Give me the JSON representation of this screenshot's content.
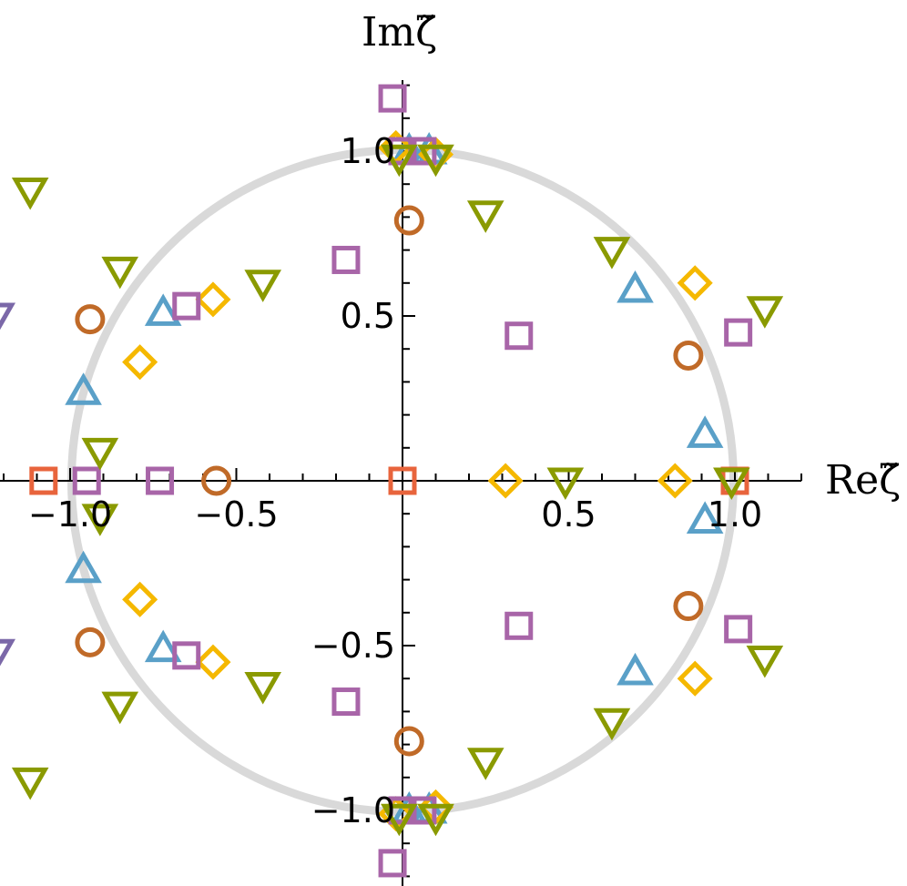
{
  "chart_data": {
    "type": "scatter",
    "title": "",
    "xlabel": "Reζ̃",
    "ylabel": "Imζ̃",
    "xlim": [
      -1.2,
      1.2
    ],
    "ylim": [
      -1.2,
      1.2
    ],
    "grid": false,
    "legend": "none",
    "reference_circle": {
      "radius": 1.0,
      "color": "#d9d9d9"
    },
    "x_ticks": [
      {
        "value": -1.0,
        "label": "−1.0"
      },
      {
        "value": -0.5,
        "label": "−0.5"
      },
      {
        "value": 0.5,
        "label": "0.5"
      },
      {
        "value": 1.0,
        "label": "1.0"
      }
    ],
    "y_ticks": [
      {
        "value": 1.0,
        "label": "1.0"
      },
      {
        "value": 0.5,
        "label": "0.5"
      },
      {
        "value": -0.5,
        "label": "−0.5"
      },
      {
        "value": -1.0,
        "label": "−1.0"
      }
    ],
    "series": [
      {
        "marker": "square",
        "color": "#e8643c",
        "x": [
          -1.08,
          0.0,
          1.0
        ],
        "y": [
          0.0,
          0.0,
          0.0
        ]
      },
      {
        "marker": "circle",
        "color": "#c06a28",
        "x": [
          -0.56,
          -0.94,
          -0.94,
          0.02,
          0.02,
          0.86,
          0.86
        ],
        "y": [
          0.0,
          0.49,
          -0.49,
          0.79,
          -0.79,
          0.38,
          -0.38
        ]
      },
      {
        "marker": "triangle-up",
        "color": "#5aa0c8",
        "x": [
          -0.96,
          -0.96,
          -0.72,
          -0.72,
          0.7,
          0.7,
          0.91,
          0.91,
          0.02,
          0.08,
          0.02,
          0.08
        ],
        "y": [
          0.27,
          -0.27,
          0.51,
          -0.51,
          0.58,
          -0.58,
          0.14,
          -0.12,
          1.0,
          1.0,
          -1.0,
          -1.0
        ]
      },
      {
        "marker": "diamond",
        "color": "#f5b800",
        "x": [
          -0.79,
          -0.79,
          -0.57,
          -0.57,
          0.31,
          0.82,
          0.88,
          0.88,
          -0.02,
          0.1,
          -0.02,
          0.1
        ],
        "y": [
          0.36,
          -0.36,
          0.55,
          -0.55,
          0.0,
          0.0,
          0.6,
          -0.6,
          1.01,
          0.99,
          -1.01,
          -0.99
        ]
      },
      {
        "marker": "square",
        "color": "#a865a8",
        "x": [
          -0.95,
          -0.73,
          -0.65,
          -0.65,
          -0.17,
          -0.17,
          0.35,
          0.35,
          1.01,
          1.01,
          -0.03,
          -0.03,
          0.0,
          0.06,
          0.0,
          0.06
        ],
        "y": [
          0.0,
          0.0,
          0.53,
          -0.53,
          0.67,
          -0.67,
          0.44,
          -0.44,
          0.45,
          -0.45,
          1.16,
          -1.16,
          1.0,
          1.0,
          -1.0,
          -1.0
        ]
      },
      {
        "marker": "triangle-down",
        "color": "#8a9a00",
        "x": [
          -1.12,
          -1.12,
          -0.85,
          -0.85,
          -0.91,
          -0.91,
          -0.42,
          -0.42,
          0.25,
          0.25,
          0.49,
          0.63,
          0.63,
          0.99,
          1.09,
          1.09,
          -0.01,
          0.1,
          -0.01,
          0.1
        ],
        "y": [
          0.88,
          -0.91,
          0.64,
          -0.68,
          0.09,
          -0.11,
          0.6,
          -0.62,
          0.81,
          -0.85,
          0.0,
          0.7,
          -0.73,
          0.0,
          0.52,
          -0.54,
          0.98,
          0.98,
          -1.02,
          -1.02
        ]
      },
      {
        "marker": "triangle-down",
        "color": "#7b68a8",
        "x": [
          -1.22,
          -1.22
        ],
        "y": [
          0.5,
          -0.52
        ]
      }
    ]
  }
}
